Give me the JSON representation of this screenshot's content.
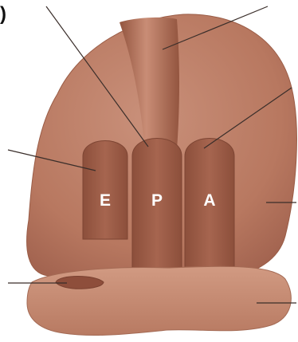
{
  "figure_letter": ")",
  "sites": {
    "e": "E",
    "p": "P",
    "a": "A"
  },
  "colors": {
    "large_subunit": "#bb7c64",
    "large_subunit_edge": "#9a5c46",
    "small_subunit": "#c88c73",
    "site_tunnel": "#9d5d48",
    "channel": "#a66a55",
    "leader_line": "#3a2e2a"
  }
}
